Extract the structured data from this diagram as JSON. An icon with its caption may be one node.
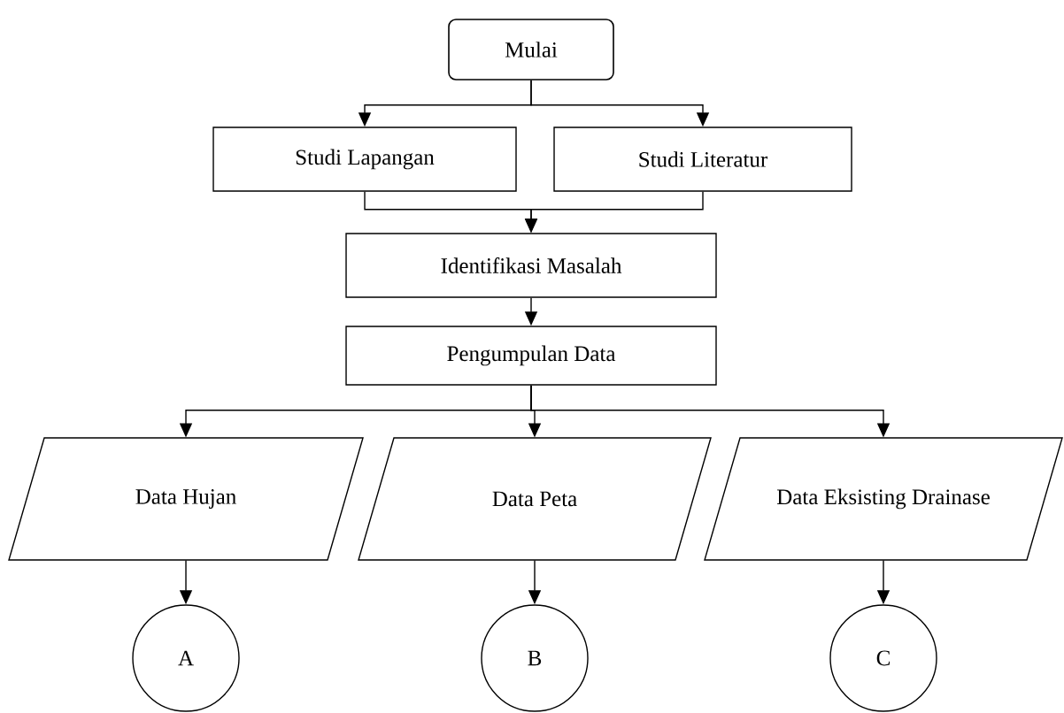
{
  "diagram": {
    "nodes": [
      {
        "text": [
          "Mulai"
        ]
      },
      {
        "text": [
          "Studi Lapangan"
        ]
      },
      {
        "text": [
          "Studi Literatur"
        ]
      },
      {
        "text": [
          "Identifikasi Masalah"
        ]
      },
      {
        "text": [
          "Pengumpulan Data"
        ]
      },
      {
        "text": [
          "Data Hujan"
        ]
      },
      {
        "text": [
          "Data Peta"
        ]
      },
      {
        "text": [
          "Data Eksisting Drainase"
        ]
      },
      {
        "text": [
          "A"
        ]
      },
      {
        "text": [
          "B"
        ]
      },
      {
        "text": [
          "C"
        ]
      }
    ],
    "edges": [
      {
        "from": 0,
        "to": 1,
        "arrow": "to"
      },
      {
        "from": 0,
        "to": 2,
        "arrow": "to"
      },
      {
        "from": 1,
        "to": 3,
        "arrow": "to"
      },
      {
        "from": 2,
        "to": 3,
        "arrow": "to"
      },
      {
        "from": 3,
        "to": 4,
        "arrow": "to"
      },
      {
        "from": 4,
        "to": 5,
        "arrow": "to"
      },
      {
        "from": 4,
        "to": 6,
        "arrow": "to"
      },
      {
        "from": 4,
        "to": 7,
        "arrow": "to"
      },
      {
        "from": 5,
        "to": 8,
        "arrow": "to"
      },
      {
        "from": 6,
        "to": 9,
        "arrow": "to"
      },
      {
        "from": 7,
        "to": 10,
        "arrow": "to"
      }
    ]
  }
}
